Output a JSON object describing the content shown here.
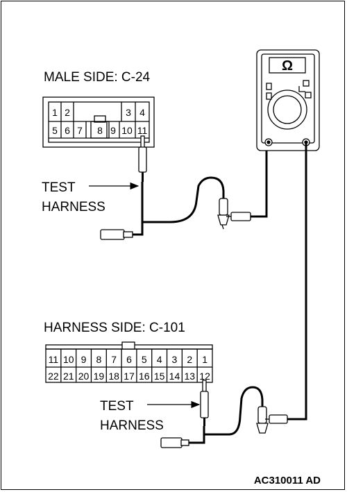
{
  "male_connector": {
    "title": "MALE SIDE: C-24",
    "top_pins": [
      "1",
      "2",
      "3",
      "4"
    ],
    "bottom_pins": [
      "5",
      "6",
      "7",
      "8",
      "9",
      "10",
      "11"
    ]
  },
  "harness_connector": {
    "title": "HARNESS SIDE: C-101",
    "top_pins": [
      "11",
      "10",
      "9",
      "8",
      "7",
      "6",
      "5",
      "4",
      "3",
      "2",
      "1"
    ],
    "bottom_pins": [
      "22",
      "21",
      "20",
      "19",
      "18",
      "17",
      "16",
      "15",
      "14",
      "13",
      "12"
    ]
  },
  "test_harness_upper": {
    "line1": "TEST",
    "line2": "HARNESS"
  },
  "test_harness_lower": {
    "line1": "TEST",
    "line2": "HARNESS"
  },
  "meter": {
    "symbol": "Ω"
  },
  "figure_code": "AC310011 AD"
}
